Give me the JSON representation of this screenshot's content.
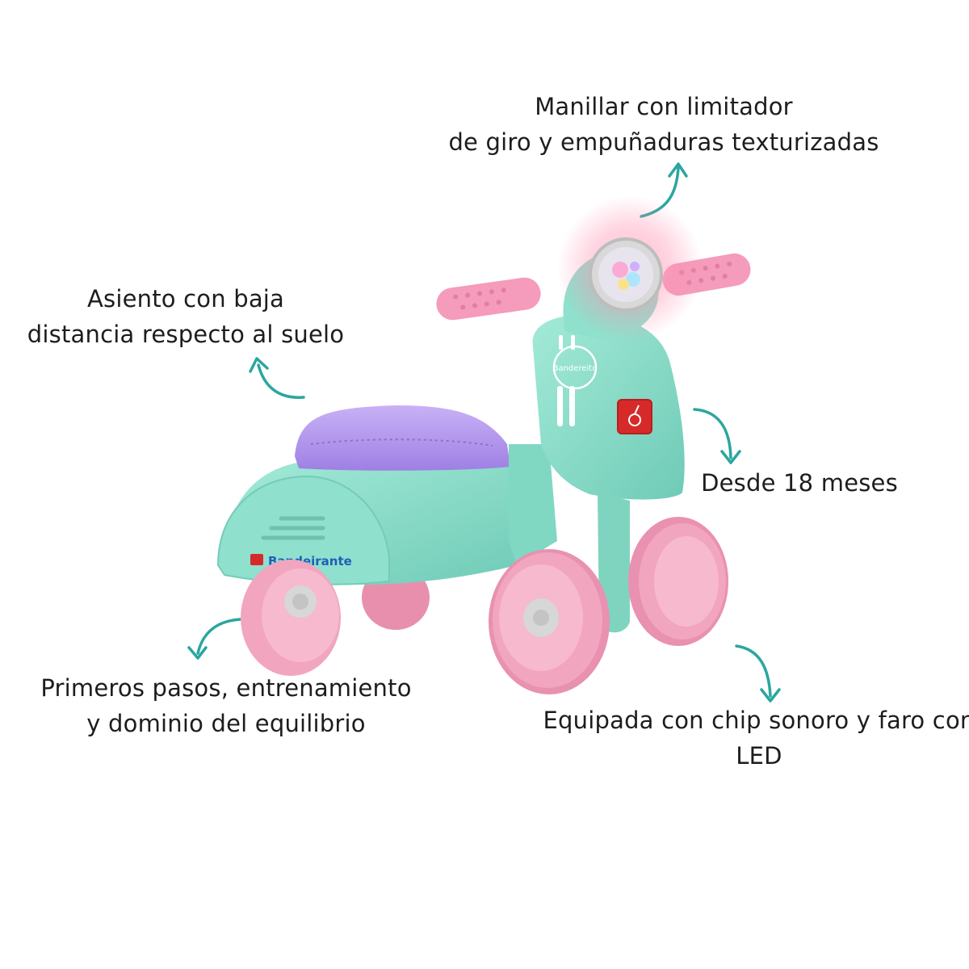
{
  "features": {
    "handlebar": {
      "line1": "Manillar con limitador",
      "line2": "de giro y empuñaduras texturizadas"
    },
    "seat": {
      "line1": "Asiento con baja",
      "line2": "distancia respecto al suelo"
    },
    "age": {
      "line1": "Desde 18 meses"
    },
    "balance": {
      "line1": "Primeros pasos, entrenamiento",
      "line2": "y dominio del equilibrio"
    },
    "sound": {
      "line1": "Equipada con chip sonoro y faro con",
      "line2": "LED"
    }
  },
  "product": {
    "brand_label": "Bandeirante",
    "badge_text": "Bandereito",
    "colors": {
      "body": "#8fe0cc",
      "body_shadow": "#6fcbb6",
      "seat": "#b79af0",
      "wheels": "#f2a5bf",
      "grips": "#f59bbb",
      "arrow": "#2aa69f",
      "brand_blue": "#1f5fb8",
      "badge_red": "#d62a2a"
    }
  }
}
